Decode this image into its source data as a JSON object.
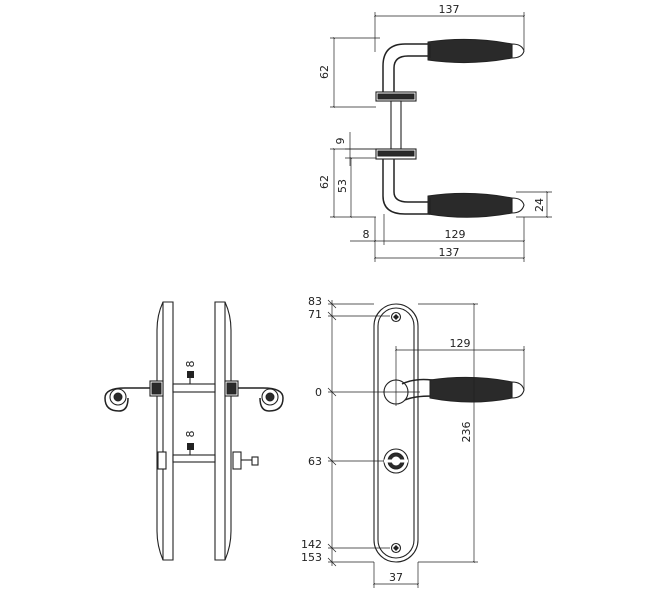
{
  "colors": {
    "line": "#222222",
    "handle": "#2a2a2a",
    "background": "#ffffff"
  },
  "top_view": {
    "width_top": "137",
    "height_upper": "62",
    "rose_gap": "9",
    "height_lower": "62",
    "height_inner": "53",
    "grip_thickness": "24",
    "offset": "8",
    "reach": "129",
    "width_bottom": "137"
  },
  "side_view": {
    "spindle_upper": "8",
    "spindle_lower": "8"
  },
  "front_view": {
    "top_outer": "83",
    "top_screw": "71",
    "lever_reach": "129",
    "center": "0",
    "keyhole_distance": "63",
    "plate_length": "236",
    "bottom_screw": "142",
    "bottom_outer": "153",
    "plate_width": "37"
  }
}
